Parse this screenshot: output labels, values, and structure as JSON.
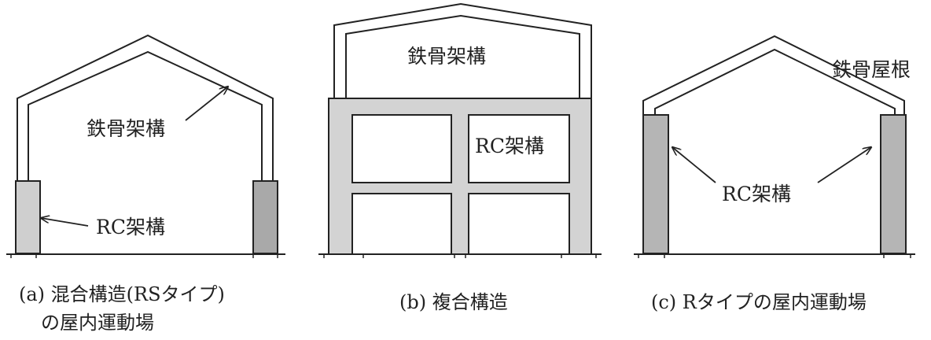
{
  "panels": {
    "a": {
      "steel_label": "鉄骨架構",
      "rc_label": "RC架構",
      "caption_line1": "(a) 混合構造(RSタイプ)",
      "caption_line2": "の屋内運動場"
    },
    "b": {
      "steel_label": "鉄骨架構",
      "rc_label": "RC架構",
      "caption": "(b) 複合構造"
    },
    "c": {
      "roof_label": "鉄骨屋根",
      "rc_label": "RC架構",
      "caption": "(c) Rタイプの屋内運動場"
    }
  },
  "colors": {
    "rc_light": "#cfcfcf",
    "rc_dark": "#a9a9a9",
    "rc_medium": "#b5b5b5",
    "rc_composite": "#d3d3d3",
    "line": "#222222",
    "background": "#ffffff"
  }
}
